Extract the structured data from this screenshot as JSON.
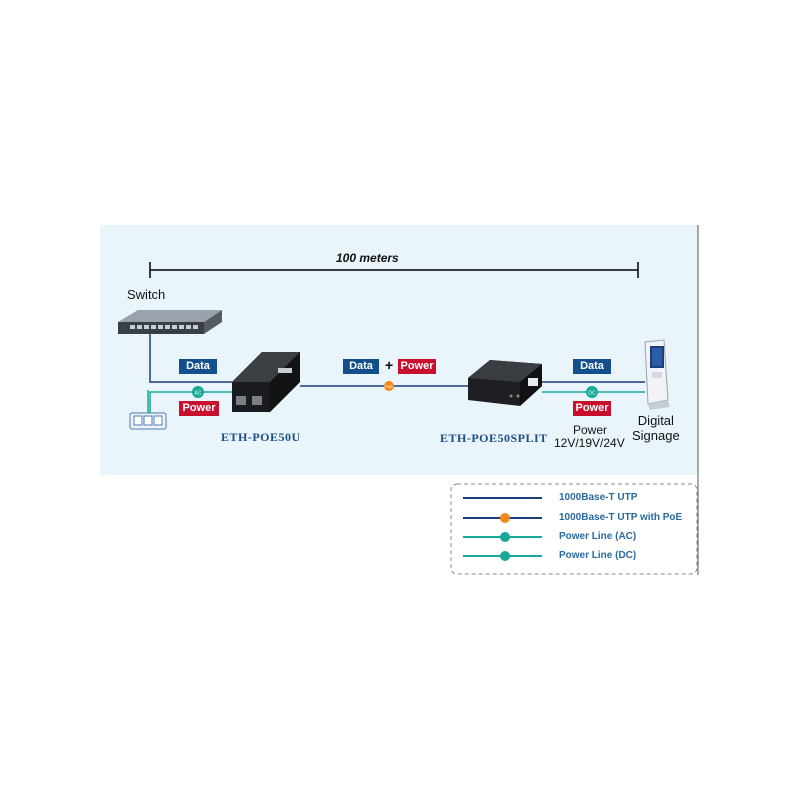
{
  "distance_label": "100 meters",
  "devices": {
    "switch": "Switch",
    "injector": "ETH-POE50U",
    "splitter": "ETH-POE50SPLIT",
    "signage": "Digital\nSignage"
  },
  "tags": {
    "data": "Data",
    "power": "Power",
    "plus": "+"
  },
  "power_output": {
    "label": "Power",
    "voltages": "12V/19V/24V"
  },
  "connector_badges": {
    "ac": "AC",
    "dc": "DC",
    "poe": "PoE"
  },
  "legend": [
    {
      "label": "1000Base-T UTP",
      "color": "#1b3f7a",
      "badge": ""
    },
    {
      "label": "1000Base-T UTP with PoE",
      "color": "#1b3f7a",
      "badge": "PoE",
      "badge_color": "#f08a1c"
    },
    {
      "label": "Power Line (AC)",
      "color": "#17a99a",
      "badge": "AC",
      "badge_color": "#17a99a"
    },
    {
      "label": "Power Line (DC)",
      "color": "#17a99a",
      "badge": "DC",
      "badge_color": "#17a99a"
    }
  ],
  "colors": {
    "panel_bg": "#e9f4fb",
    "utp_line": "#1b3f7a",
    "power_line": "#17a99a",
    "poe_badge": "#f08a1c",
    "data_tag": "#124f8c",
    "power_tag": "#c8102e"
  }
}
